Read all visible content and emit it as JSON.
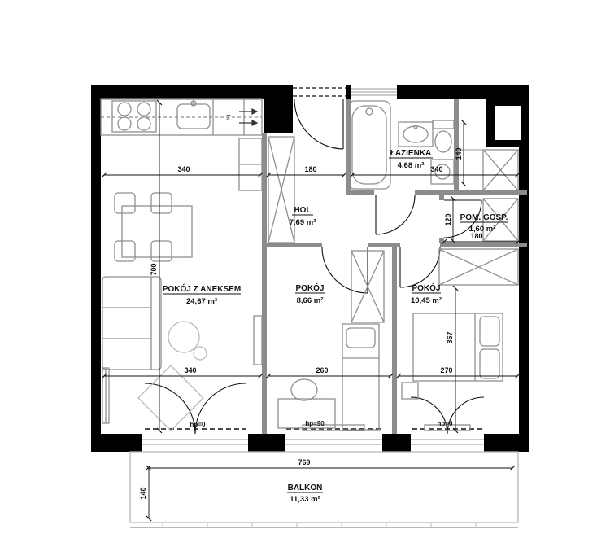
{
  "plan": {
    "rooms": [
      {
        "name": "POKÓJ Z ANEKSEM",
        "area": "24,67 m²"
      },
      {
        "name": "POKÓJ",
        "area": "8,66 m²"
      },
      {
        "name": "POKÓJ",
        "area": "10,45 m²"
      },
      {
        "name": "HOL",
        "area": "7,69 m²"
      },
      {
        "name": "ŁAZIENKA",
        "area": "4,68 m²"
      },
      {
        "name": "POM. GOSP.",
        "area": "1,60 m²"
      },
      {
        "name": "BALKON",
        "area": "11,33 m²"
      }
    ],
    "dims": {
      "kitchen_width": "340",
      "hall_width": "180",
      "bath_width": "340",
      "bath_height": "140",
      "pomgosp_height": "120",
      "pomgosp_width": "180",
      "left_height": "700",
      "right_height": "367",
      "room1_width": "340",
      "room2_width": "260",
      "room3_width": "270",
      "balcony_width": "769",
      "balcony_depth": "140"
    },
    "windows": {
      "left": "hp=0",
      "middle": "hp=90",
      "right": "hp=0"
    },
    "kitchen": {
      "dishwasher_label": "Z"
    },
    "colors": {
      "wall": "#000000",
      "interior_wall": "#8c8c8c",
      "furniture": "#8f8f8f",
      "light_gray": "#b8b8b8",
      "text": "#111111"
    }
  }
}
